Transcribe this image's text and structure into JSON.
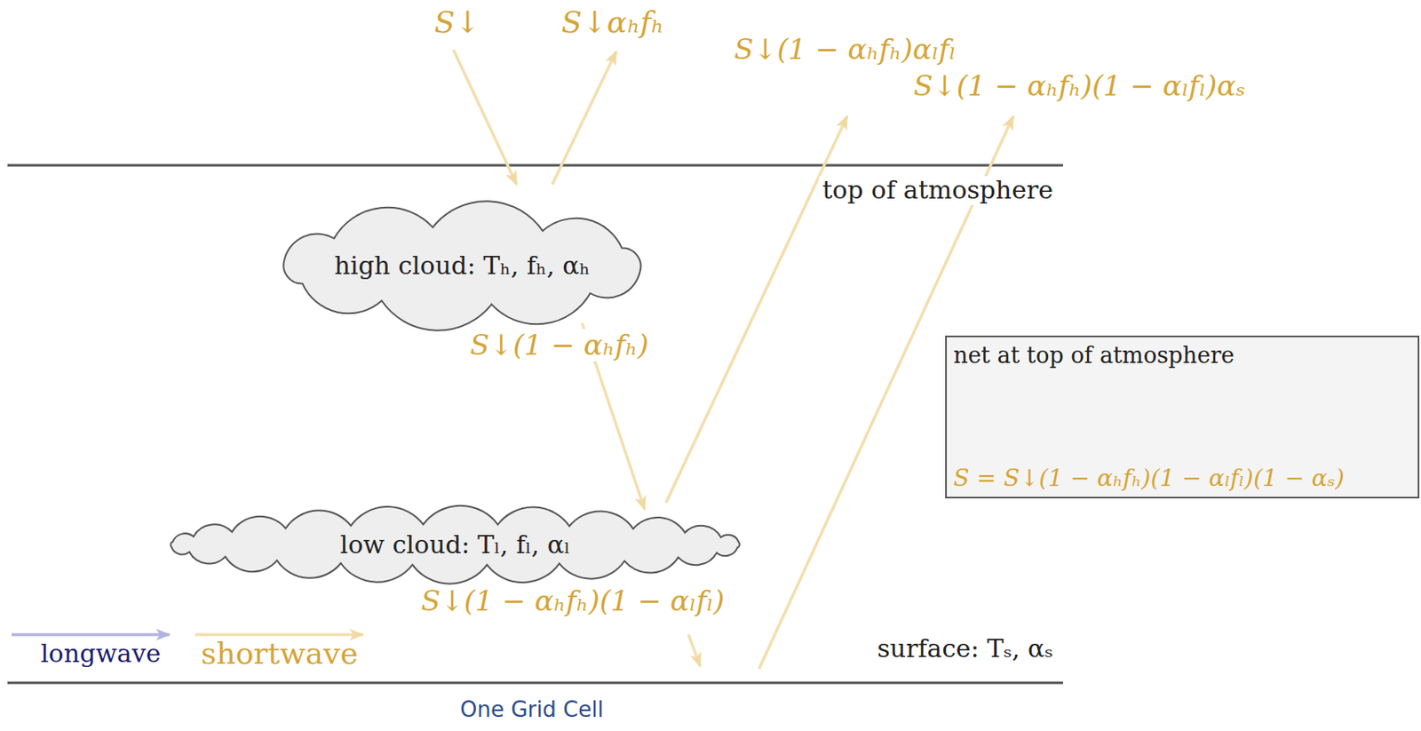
{
  "diagram": {
    "nodes": [
      {
        "text": [
          "high cloud: Tₕ, fₕ, αₕ"
        ]
      },
      {
        "text": [
          "low cloud: Tₗ, fₗ, αₗ"
        ]
      },
      {
        "text": [
          "net at top of atmosphere",
          "S = S↓(1 − αₕfₕ)(1 − αₗfₗ)(1 − αₛ)"
        ]
      }
    ],
    "edges": [
      {
        "from": 0,
        "to": 1,
        "arrow": "to",
        "label": "S↓(1 − αₕfₕ)"
      }
    ],
    "labels": [
      "S↓",
      "S↓αₕfₕ",
      "S↓(1 − αₕfₕ)αₗfₗ",
      "S↓(1 − αₕfₕ)(1 − αₗfₗ)αₛ",
      "top of atmosphere",
      "S↓(1 − αₕfₕ)(1 − αₗfₗ)",
      "surface: Tₛ, αₛ",
      "One Grid Cell"
    ],
    "legend": [
      {
        "text": "longwave"
      },
      {
        "text": "shortwave"
      }
    ]
  }
}
